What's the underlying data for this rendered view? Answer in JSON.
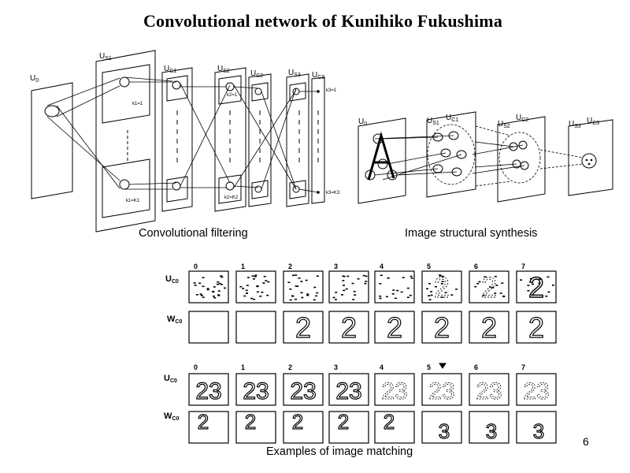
{
  "slide": {
    "title": "Convolutional network of Kunihiko Fukushima",
    "page_number": "6"
  },
  "figure_left": {
    "caption": "Convolutional filtering",
    "layers": [
      "U0",
      "US1",
      "UC1",
      "US2",
      "UC2",
      "US3",
      "UC3"
    ],
    "annotations": [
      "k1=1",
      "k1=K1",
      "k2=1",
      "k2=K2",
      "k3=1",
      "k3=K3"
    ]
  },
  "figure_right": {
    "caption": "Image structural synthesis",
    "layers": [
      "U0",
      "US1",
      "UC1",
      "US2",
      "UC2",
      "US3",
      "UC3"
    ]
  },
  "figure_bottom": {
    "caption": "Examples of image matching",
    "row_labels": [
      "UC0",
      "WC0",
      "UC0",
      "WC0"
    ],
    "column_labels_a": [
      "0",
      "1",
      "2",
      "3",
      "4",
      "5",
      "6",
      "7"
    ],
    "column_labels_b": [
      "0",
      "1",
      "2",
      "3",
      "4",
      "5",
      "6",
      "7"
    ],
    "row2_glyphs": [
      "",
      "",
      "2",
      "2",
      "2",
      "2",
      "2",
      "2"
    ],
    "row3_glyphs": [
      "23",
      "23",
      "23",
      "23",
      "23",
      "23",
      "23",
      "23"
    ],
    "row4_glyphs": [
      "2",
      "2",
      "2",
      "2",
      "2",
      "3",
      "3",
      "3"
    ],
    "row1_last_glyph": "2",
    "marker_column": 5
  }
}
